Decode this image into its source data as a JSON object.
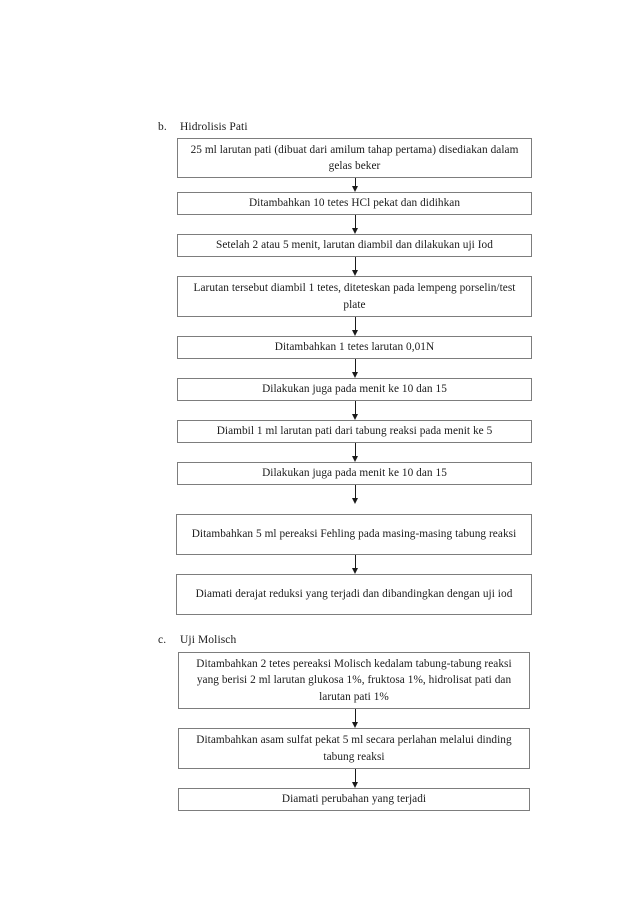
{
  "document": {
    "language": "id",
    "sections": [
      {
        "marker": "b.",
        "label": "Hidrolisis Pati",
        "steps": [
          "25 ml larutan pati (dibuat dari amilum tahap pertama) disediakan dalam gelas beker",
          "Ditambahkan 10 tetes HCl pekat dan didihkan",
          "Setelah 2 atau 5 menit, larutan diambil dan dilakukan uji Iod",
          "Larutan tersebut diambil 1 tetes, diteteskan pada lempeng porselin/test plate",
          "Ditambahkan 1 tetes larutan 0,01N",
          "Dilakukan juga pada menit ke 10 dan 15",
          "Diambil 1 ml larutan pati dari tabung reaksi pada menit ke 5",
          "Dilakukan juga pada menit ke 10 dan 15",
          "Ditambahkan 5 ml pereaksi Fehling pada masing-masing tabung reaksi",
          "Diamati derajat reduksi yang terjadi dan dibandingkan dengan uji iod"
        ]
      },
      {
        "marker": "c.",
        "label": "Uji Molisch",
        "steps": [
          "Ditambahkan 2 tetes pereaksi Molisch kedalam tabung-tabung reaksi yang berisi 2 ml larutan glukosa 1%, fruktosa 1%, hidrolisat pati dan larutan pati 1%",
          "Ditambahkan asam sulfat pekat 5 ml secara perlahan melalui dinding tabung reaksi",
          "Diamati perubahan yang terjadi"
        ]
      }
    ]
  },
  "colors": {
    "page_background": "#ffffff",
    "box_border": "#7d7d7d",
    "text": "#1a1a1a",
    "arrow": "#1a1a1a"
  }
}
